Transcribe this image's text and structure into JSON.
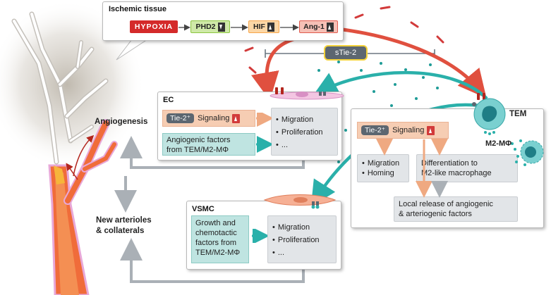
{
  "ischemic": {
    "title": "Ischemic tissue",
    "hypoxia": "HYPOXIA",
    "phd2": "PHD2",
    "hif": "HIF",
    "ang1": "Ang-1"
  },
  "stie2": "sTie-2",
  "ec": {
    "title": "EC",
    "tie2": "Tie-2⁺",
    "signaling": "Signaling",
    "factors_line1": "Angiogenic factors",
    "factors_line2": "from TEM/M2-MΦ",
    "effects": [
      "Migration",
      "Proliferation",
      "..."
    ]
  },
  "tem": {
    "title": "TEM",
    "m2": "M2-MΦ",
    "tie2": "Tie-2⁺",
    "signaling": "Signaling",
    "effects": [
      "Migration",
      "Homing"
    ],
    "diff_line1": "Differentiation to",
    "diff_line2": "M2-like macrophage",
    "release_line1": "Local release of angiogenic",
    "release_line2": "& arteriogenic factors"
  },
  "vsmc": {
    "title": "VSMC",
    "factors": [
      "Growth and",
      "chemotactic",
      "factors from",
      "TEM/M2-MΦ"
    ],
    "effects": [
      "Migration",
      "Proliferation",
      "..."
    ]
  },
  "labels": {
    "angiogenesis": "Angiogenesis",
    "new_arterioles_1": "New arterioles",
    "new_arterioles_2": "& collaterals"
  },
  "colors": {
    "hypoxia": "#d42a2a",
    "phd2": "#8cc63f",
    "hif": "#f7a64b",
    "ang1": "#e05a4e",
    "teal": "#2ab0aa",
    "red_arrow": "#e0503f"
  }
}
